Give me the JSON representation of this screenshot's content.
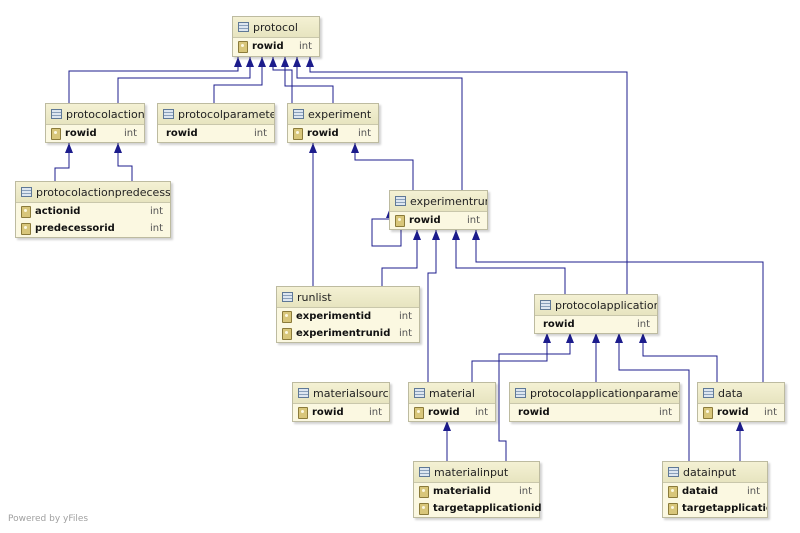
{
  "tables": {
    "protocol": {
      "name": "protocol",
      "columns": [
        {
          "name": "rowid",
          "type": "int"
        }
      ]
    },
    "protocolaction": {
      "name": "protocolaction",
      "columns": [
        {
          "name": "rowid",
          "type": "int"
        }
      ]
    },
    "protocolparameter": {
      "name": "protocolparameter",
      "columns": [
        {
          "name": "rowid",
          "type": "int"
        }
      ]
    },
    "experiment": {
      "name": "experiment",
      "columns": [
        {
          "name": "rowid",
          "type": "int"
        }
      ]
    },
    "protocolactionpredecessor": {
      "name": "protocolactionpredecessor",
      "columns": [
        {
          "name": "actionid",
          "type": "int"
        },
        {
          "name": "predecessorid",
          "type": "int"
        }
      ]
    },
    "experimentrun": {
      "name": "experimentrun",
      "columns": [
        {
          "name": "rowid",
          "type": "int"
        }
      ]
    },
    "runlist": {
      "name": "runlist",
      "columns": [
        {
          "name": "experimentid",
          "type": "int"
        },
        {
          "name": "experimentrunid",
          "type": "int"
        }
      ]
    },
    "protocolapplication": {
      "name": "protocolapplication",
      "columns": [
        {
          "name": "rowid",
          "type": "int"
        }
      ]
    },
    "materialsource": {
      "name": "materialsource",
      "columns": [
        {
          "name": "rowid",
          "type": "int"
        }
      ]
    },
    "material": {
      "name": "material",
      "columns": [
        {
          "name": "rowid",
          "type": "int"
        }
      ]
    },
    "protocolapplicationparameter": {
      "name": "protocolapplicationparameter",
      "columns": [
        {
          "name": "rowid",
          "type": "int"
        }
      ]
    },
    "data": {
      "name": "data",
      "columns": [
        {
          "name": "rowid",
          "type": "int"
        }
      ]
    },
    "materialinput": {
      "name": "materialinput",
      "columns": [
        {
          "name": "materialid",
          "type": "int"
        },
        {
          "name": "targetapplicationid",
          "type": "int"
        }
      ]
    },
    "datainput": {
      "name": "datainput",
      "columns": [
        {
          "name": "dataid",
          "type": "int"
        },
        {
          "name": "targetapplication",
          "type": "int"
        }
      ]
    }
  },
  "colors": {
    "edge": "#1c1c8c",
    "table_bg": "#fbf8e1"
  },
  "watermark": "Powered by yFiles"
}
